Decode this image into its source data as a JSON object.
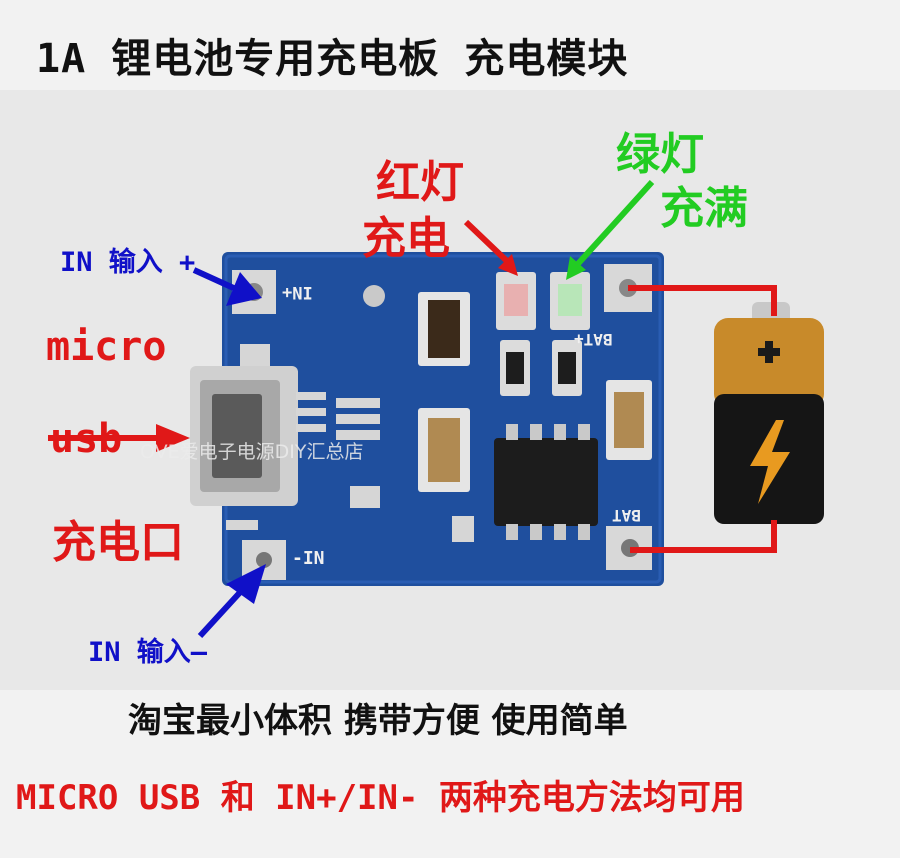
{
  "title": "1A 锂电池专用充电板 充电模块",
  "labels": {
    "red_light_line1": "红灯",
    "red_light_line2": "充电",
    "green_light_line1": "绿灯",
    "green_light_line2": "充满",
    "in_plus": "IN 输入 +",
    "in_minus": "IN 输入—",
    "micro": "micro",
    "usb": "usb",
    "charge_port": "充电口"
  },
  "board_silkscreen": {
    "in_plus": "IN+",
    "in_minus": "-IN",
    "bat_plus": "BAT+",
    "bat_minus": "BAT"
  },
  "watermark": "OVE爱电子电源DIY汇总店",
  "caption": "淘宝最小体积 携带方便 使用简单",
  "footer": "MICRO USB 和 IN+/IN- 两种充电方法均可用",
  "colors": {
    "red_text": "#e01818",
    "green_text": "#22cc22",
    "blue_arrow": "#1010c8",
    "board": "#1f4f9e"
  }
}
